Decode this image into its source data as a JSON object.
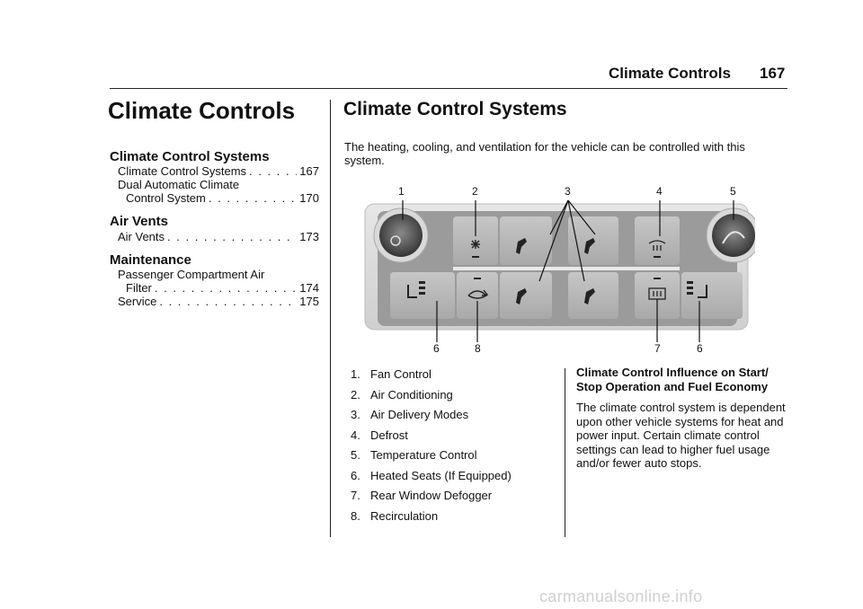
{
  "header": {
    "title": "Climate Controls",
    "page": "167"
  },
  "toc": {
    "title": "Climate Controls",
    "sections": [
      {
        "heading": "Climate Control Systems"
      },
      {
        "heading": "Air Vents"
      },
      {
        "heading": "Maintenance"
      }
    ],
    "entries": {
      "ccs_label": "Climate Control Systems",
      "ccs_page": "167",
      "dual_line1": "Dual Automatic Climate",
      "dual_line2": "Control System",
      "dual_page": "170",
      "vents_label": "Air Vents",
      "vents_page": "173",
      "filter_line1": "Passenger Compartment Air",
      "filter_line2": "Filter",
      "filter_page": "174",
      "service_label": "Service",
      "service_page": "175"
    }
  },
  "main": {
    "title": "Climate Control Systems",
    "intro": "The heating, cooling, and ventilation for the vehicle can be controlled with this system.",
    "callouts_top": [
      "1",
      "2",
      "3",
      "4",
      "5"
    ],
    "callouts_bottom": [
      "6",
      "8",
      "7",
      "6"
    ],
    "legend": [
      {
        "num": "1.",
        "label": "Fan Control"
      },
      {
        "num": "2.",
        "label": "Air Conditioning"
      },
      {
        "num": "3.",
        "label": "Air Delivery Modes"
      },
      {
        "num": "4.",
        "label": "Defrost"
      },
      {
        "num": "5.",
        "label": "Temperature Control"
      },
      {
        "num": "6.",
        "label": "Heated Seats (If Equipped)"
      },
      {
        "num": "7.",
        "label": "Rear Window Defogger"
      },
      {
        "num": "8.",
        "label": "Recirculation"
      }
    ],
    "side_heading": "Climate Control Influence on Start/ Stop Operation and Fuel Economy",
    "side_text": "The climate control system is dependent upon other vehicle systems for heat and power input. Certain climate control settings can lead to higher fuel usage and/or fewer auto stops."
  },
  "watermark": "carmanualsonline.info"
}
